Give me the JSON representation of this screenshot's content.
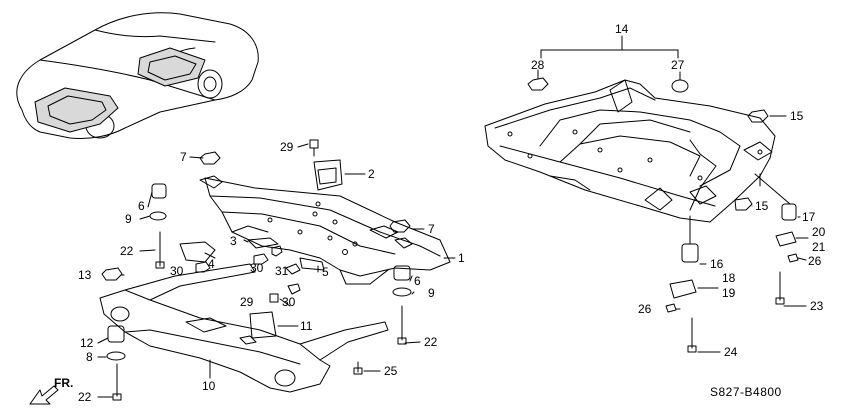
{
  "diagram": {
    "diagram_code": "S827-B4800",
    "direction_label": "FR.",
    "colors": {
      "line": "#000000",
      "fill": "#ffffff",
      "shade": "#d9d9d9"
    },
    "callouts": [
      "1",
      "2",
      "3",
      "4",
      "5",
      "6",
      "6",
      "7",
      "7",
      "8",
      "9",
      "9",
      "10",
      "11",
      "12",
      "13",
      "14",
      "15",
      "15",
      "16",
      "17",
      "18",
      "19",
      "20",
      "21",
      "22",
      "22",
      "22",
      "23",
      "24",
      "25",
      "26",
      "26",
      "27",
      "28",
      "29",
      "29",
      "30",
      "30",
      "30",
      "31"
    ],
    "parts": [
      "vehicle-outline",
      "front-subframe",
      "rear-crossmember",
      "assembled-subframe",
      "mount-rubber",
      "bolt",
      "nut",
      "washer",
      "bracket",
      "front-direction-arrow"
    ]
  }
}
